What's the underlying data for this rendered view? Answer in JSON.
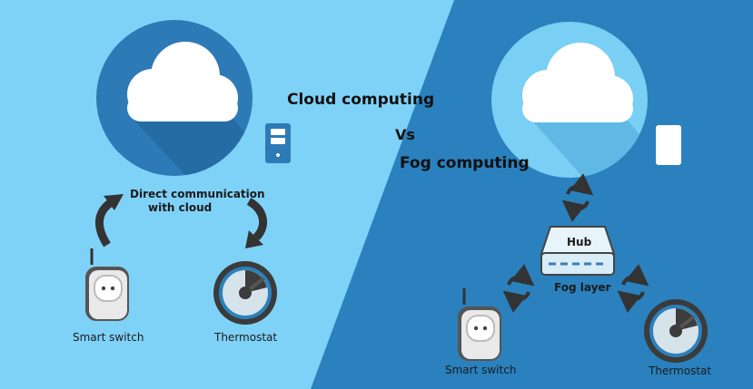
{
  "heading": {
    "cloud": "Cloud computing",
    "vs": "Vs",
    "fog": "Fog computing"
  },
  "left": {
    "caption_line1": "Direct communication",
    "caption_line2": "with cloud",
    "smart_switch": "Smart switch",
    "thermostat": "Thermostat"
  },
  "right": {
    "hub": "Hub",
    "fog_layer": "Fog layer",
    "smart_switch": "Smart switch",
    "thermostat": "Thermostat"
  },
  "colors": {
    "left_bg": "#7fd2f7",
    "right_bg": "#2a81bd",
    "cloud_circle_left": "#2e7ab6",
    "cloud_circle_right": "#79cff4",
    "arrow": "#333333"
  }
}
